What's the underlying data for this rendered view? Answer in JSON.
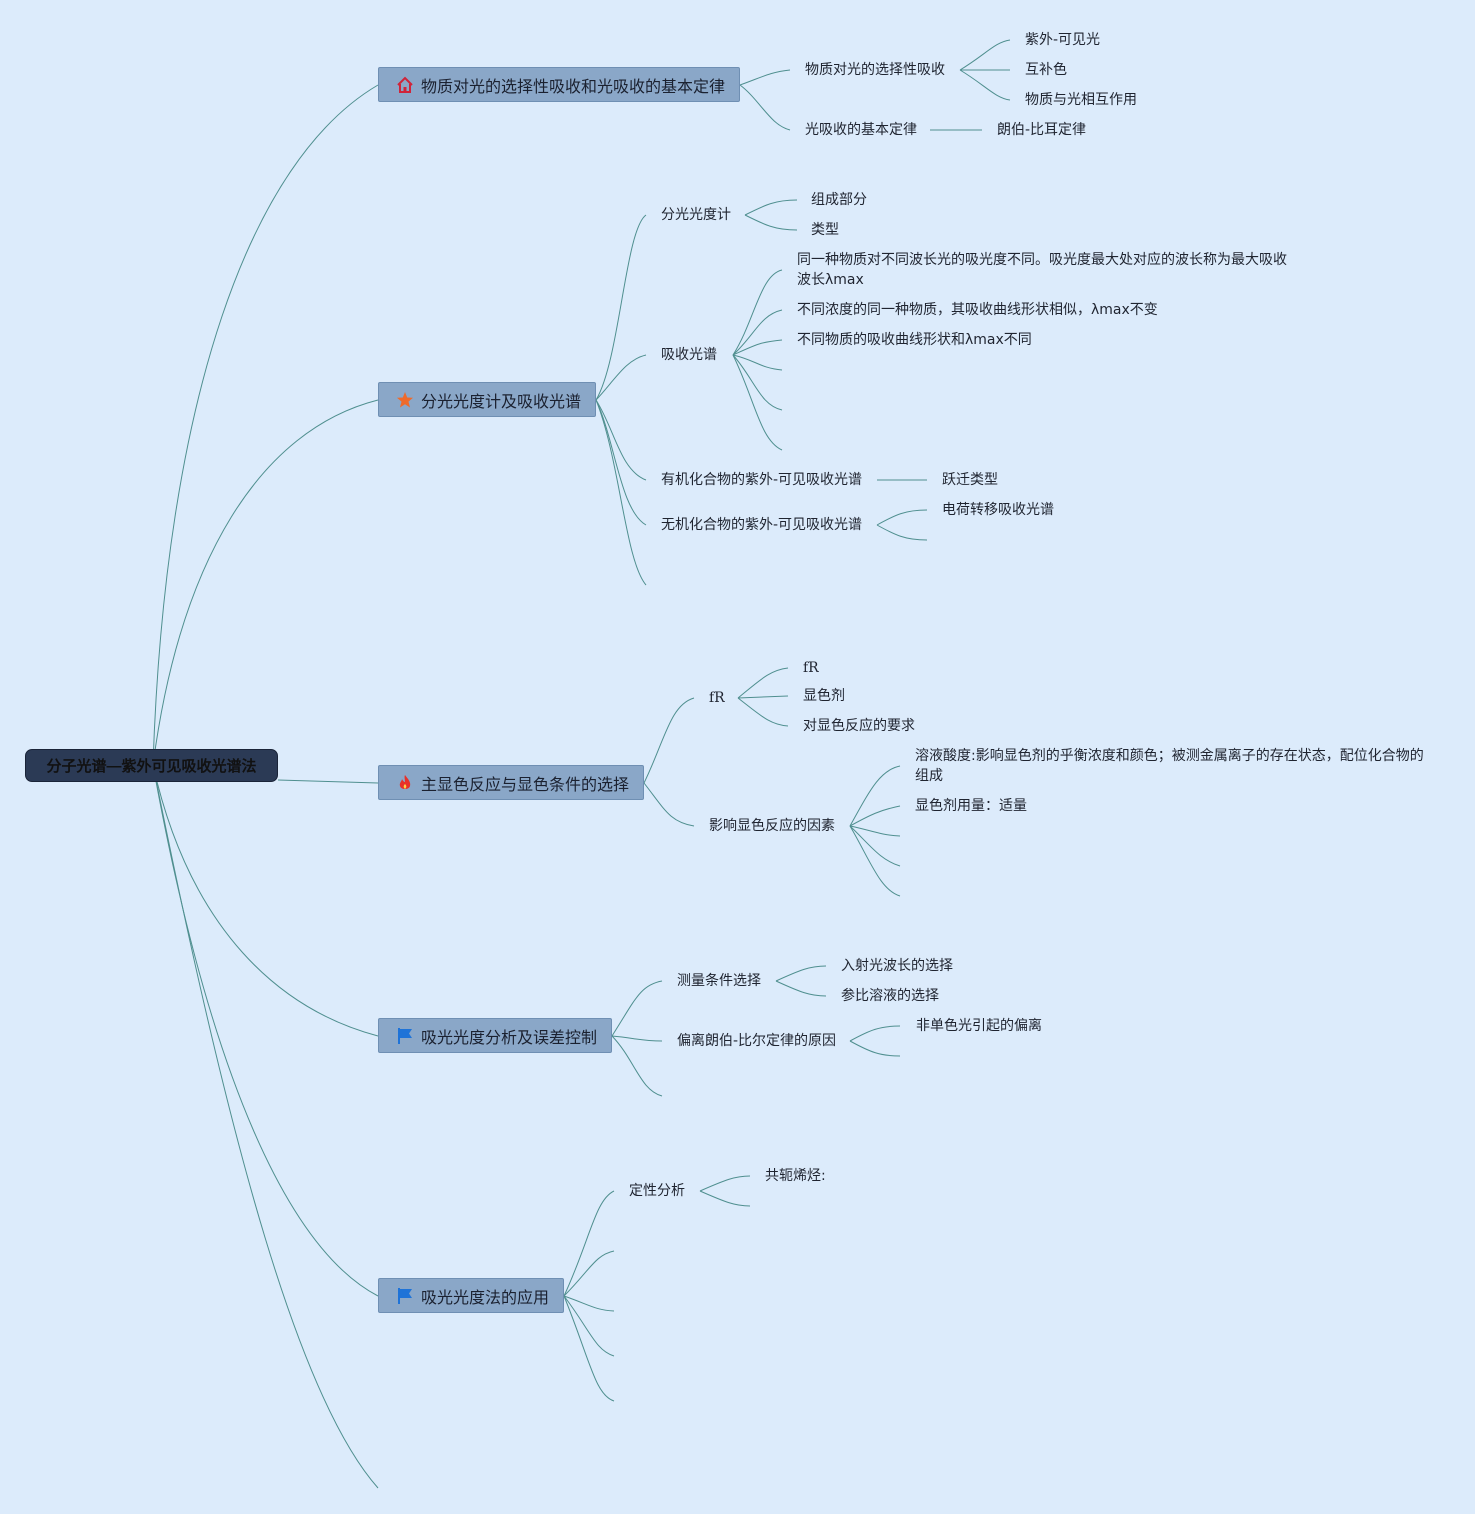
{
  "root": {
    "label": "分子光谱—紫外可见吸收光谱法"
  },
  "branches": [
    {
      "label": "物质对光的选择性吸收和光吸收的基本定律",
      "icon": "home-icon",
      "children": [
        {
          "label": "物质对光的选择性吸收",
          "children": [
            "紫外-可见光",
            "互补色",
            "物质与光相互作用"
          ]
        },
        {
          "label": "光吸收的基本定律",
          "children": [
            "朗伯-比耳定律"
          ]
        }
      ]
    },
    {
      "label": "分光光度计及吸收光谱",
      "icon": "star-icon",
      "children": [
        {
          "label": "分光光度计",
          "children": [
            "组成部分",
            "类型"
          ]
        },
        {
          "label": "吸收光谱",
          "children": [
            "同一种物质对不同波长光的吸光度不同。吸光度最大处对应的波长称为最大吸收波长λmax",
            "不同浓度的同一种物质，其吸收曲线形状相似，λmax不变",
            "不同物质的吸收曲线形状和λmax不同"
          ]
        },
        {
          "label": "有机化合物的紫外-可见吸收光谱",
          "children": [
            "跃迁类型"
          ]
        },
        {
          "label": "无机化合物的紫外-可见吸收光谱",
          "children": [
            "电荷转移吸收光谱"
          ]
        }
      ]
    },
    {
      "label": "主显色反应与显色条件的选择",
      "icon": "fire-icon",
      "children": [
        {
          "label": "fR",
          "children": [
            "fR",
            "显色剂",
            "对显色反应的要求"
          ]
        },
        {
          "label": "影响显色反应的因素",
          "children": [
            "溶液酸度:影响显色剂的乎衡浓度和颜色；被测金属离子的存在状态，配位化合物的组成",
            "显色剂用量：适量"
          ]
        }
      ]
    },
    {
      "label": "吸光光度分析及误差控制",
      "icon": "flag-icon",
      "children": [
        {
          "label": "测量条件选择",
          "children": [
            "入射光波长的选择",
            "参比溶液的选择"
          ]
        },
        {
          "label": "偏离朗伯-比尔定律的原因",
          "children": [
            "非单色光引起的偏离"
          ]
        }
      ]
    },
    {
      "label": "吸光光度法的应用",
      "icon": "flag-icon",
      "children": [
        {
          "label": "定性分析",
          "children": [
            "共轭烯烃:"
          ]
        }
      ]
    }
  ],
  "colors": {
    "background": "#dcebfb",
    "line": "#4f8f8f",
    "topic": "#8aa7c8",
    "root": "#2b3a55"
  }
}
